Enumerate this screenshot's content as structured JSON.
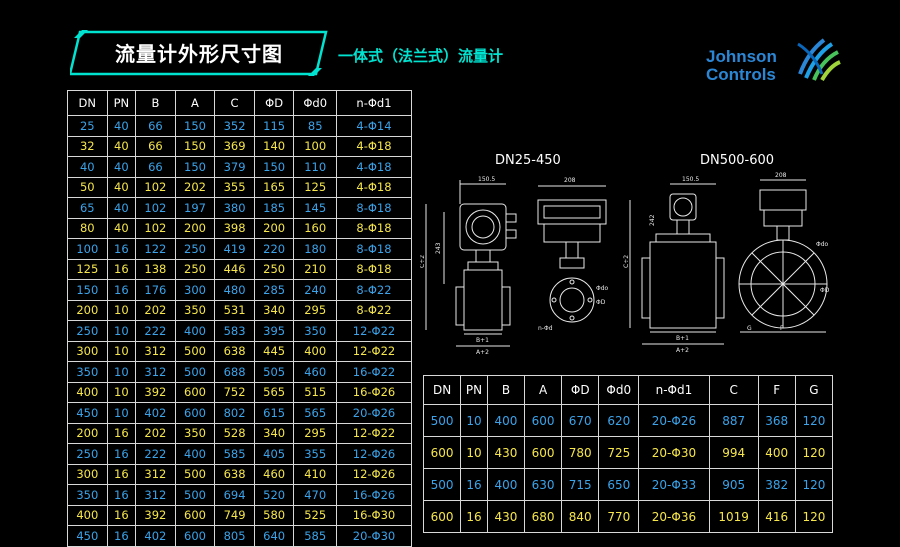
{
  "title": "流量计外形尺寸图",
  "subtitle": "一体式（法兰式）流量计",
  "logo": {
    "line1": "Johnson",
    "line2": "Controls",
    "color": "#2b87d6"
  },
  "colors": {
    "accent": "#00e3d1",
    "row_blue": "#3ba3ea",
    "row_yellow": "#f6e64b"
  },
  "main_table": {
    "headers": [
      "DN",
      "PN",
      "B",
      "A",
      "C",
      "ΦD",
      "Φd0",
      "n-Φd1"
    ],
    "rows": [
      {
        "style": "blue",
        "cells": [
          "25",
          "40",
          "66",
          "150",
          "352",
          "115",
          "85",
          "4-Φ14"
        ]
      },
      {
        "style": "yellow",
        "cells": [
          "32",
          "40",
          "66",
          "150",
          "369",
          "140",
          "100",
          "4-Φ18"
        ]
      },
      {
        "style": "blue",
        "cells": [
          "40",
          "40",
          "66",
          "150",
          "379",
          "150",
          "110",
          "4-Φ18"
        ]
      },
      {
        "style": "yellow",
        "cells": [
          "50",
          "40",
          "102",
          "202",
          "355",
          "165",
          "125",
          "4-Φ18"
        ]
      },
      {
        "style": "blue",
        "cells": [
          "65",
          "40",
          "102",
          "197",
          "380",
          "185",
          "145",
          "8-Φ18"
        ]
      },
      {
        "style": "yellow",
        "cells": [
          "80",
          "40",
          "102",
          "200",
          "398",
          "200",
          "160",
          "8-Φ18"
        ]
      },
      {
        "style": "blue",
        "cells": [
          "100",
          "16",
          "122",
          "250",
          "419",
          "220",
          "180",
          "8-Φ18"
        ]
      },
      {
        "style": "yellow",
        "cells": [
          "125",
          "16",
          "138",
          "250",
          "446",
          "250",
          "210",
          "8-Φ18"
        ]
      },
      {
        "style": "blue",
        "cells": [
          "150",
          "16",
          "176",
          "300",
          "480",
          "285",
          "240",
          "8-Φ22"
        ]
      },
      {
        "style": "yellow",
        "cells": [
          "200",
          "10",
          "202",
          "350",
          "531",
          "340",
          "295",
          "8-Φ22"
        ]
      },
      {
        "style": "blue",
        "cells": [
          "250",
          "10",
          "222",
          "400",
          "583",
          "395",
          "350",
          "12-Φ22"
        ]
      },
      {
        "style": "yellow",
        "cells": [
          "300",
          "10",
          "312",
          "500",
          "638",
          "445",
          "400",
          "12-Φ22"
        ]
      },
      {
        "style": "blue",
        "cells": [
          "350",
          "10",
          "312",
          "500",
          "688",
          "505",
          "460",
          "16-Φ22"
        ]
      },
      {
        "style": "yellow",
        "cells": [
          "400",
          "10",
          "392",
          "600",
          "752",
          "565",
          "515",
          "16-Φ26"
        ]
      },
      {
        "style": "blue",
        "cells": [
          "450",
          "10",
          "402",
          "600",
          "802",
          "615",
          "565",
          "20-Φ26"
        ]
      },
      {
        "style": "yellow",
        "cells": [
          "200",
          "16",
          "202",
          "350",
          "528",
          "340",
          "295",
          "12-Φ22"
        ]
      },
      {
        "style": "blue",
        "cells": [
          "250",
          "16",
          "222",
          "400",
          "585",
          "405",
          "355",
          "12-Φ26"
        ]
      },
      {
        "style": "yellow",
        "cells": [
          "300",
          "16",
          "312",
          "500",
          "638",
          "460",
          "410",
          "12-Φ26"
        ]
      },
      {
        "style": "blue",
        "cells": [
          "350",
          "16",
          "312",
          "500",
          "694",
          "520",
          "470",
          "16-Φ26"
        ]
      },
      {
        "style": "yellow",
        "cells": [
          "400",
          "16",
          "392",
          "600",
          "749",
          "580",
          "525",
          "16-Φ30"
        ]
      },
      {
        "style": "blue",
        "cells": [
          "450",
          "16",
          "402",
          "600",
          "805",
          "640",
          "585",
          "20-Φ30"
        ]
      }
    ]
  },
  "dn_table": {
    "headers": [
      "DN",
      "PN",
      "B",
      "A",
      "ΦD",
      "Φd0",
      "n-Φd1",
      "C",
      "F",
      "G"
    ],
    "rows": [
      {
        "style": "blue",
        "cells": [
          "500",
          "10",
          "400",
          "600",
          "670",
          "620",
          "20-Φ26",
          "887",
          "368",
          "120"
        ]
      },
      {
        "style": "yellow",
        "cells": [
          "600",
          "10",
          "430",
          "600",
          "780",
          "725",
          "20-Φ30",
          "994",
          "400",
          "120"
        ]
      },
      {
        "style": "blue",
        "cells": [
          "500",
          "16",
          "400",
          "630",
          "715",
          "650",
          "20-Φ33",
          "905",
          "382",
          "120"
        ]
      },
      {
        "style": "yellow",
        "cells": [
          "600",
          "16",
          "430",
          "680",
          "840",
          "770",
          "20-Φ36",
          "1019",
          "416",
          "120"
        ]
      }
    ]
  },
  "drawings": {
    "left_label": "DN25-450",
    "right_label": "DN500-600",
    "dims": {
      "d150": "150.5",
      "d208": "208",
      "d243": "243",
      "d242": "242",
      "c2": "C÷2",
      "b1": "B+1",
      "a2": "A+2",
      "phi_do": "Φdo",
      "phi_d": "ΦD",
      "n_phi_d": "n-Φd",
      "g": "G",
      "f": "F"
    }
  }
}
